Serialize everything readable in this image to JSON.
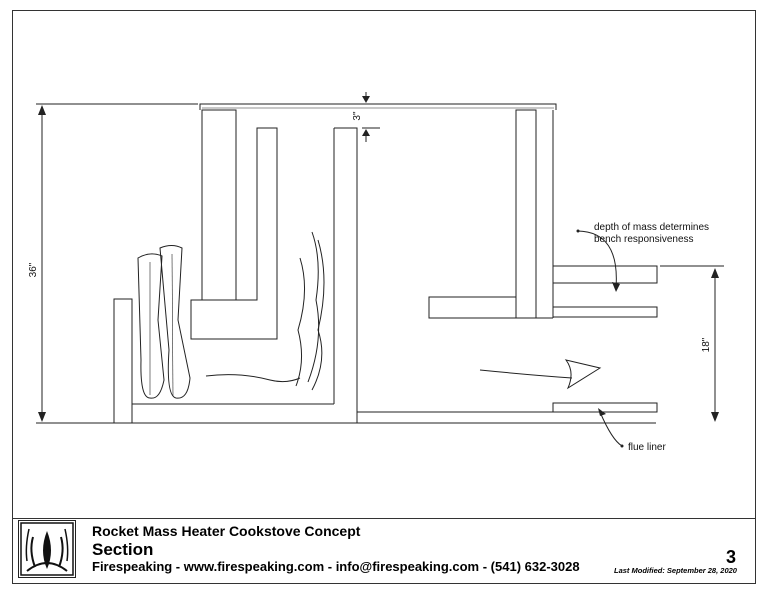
{
  "drawing": {
    "dim_height_total": "36\"",
    "dim_gap": "3\"",
    "dim_bench": "18\"",
    "callout_mass_line1": "depth of mass determines",
    "callout_mass_line2": "bench responsiveness",
    "callout_flue": "flue liner"
  },
  "title_block": {
    "project": "Rocket Mass Heater Cookstove Concept",
    "sheet_title": "Section",
    "contact": "Firespeaking - www.firespeaking.com - info@firespeaking.com - (541) 632-3028",
    "last_modified": "Last Modified: September 28, 2020",
    "sheet_number": "3"
  }
}
